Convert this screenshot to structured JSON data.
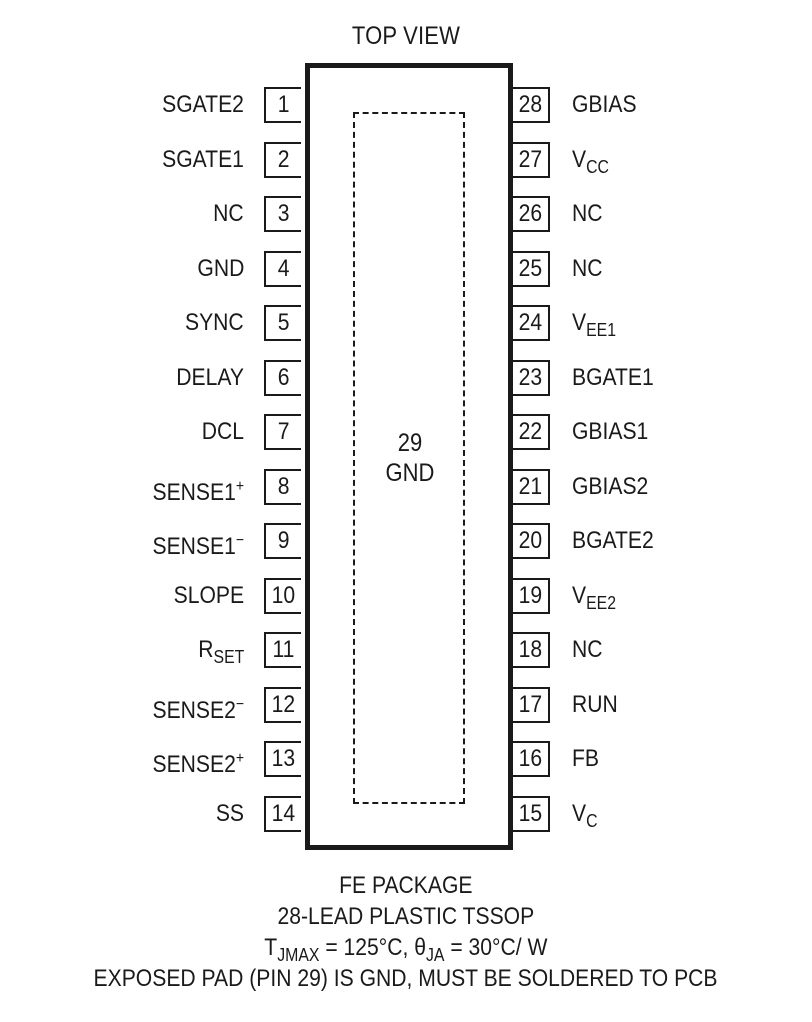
{
  "diagram": {
    "title": "TOP VIEW",
    "exposed_pad": {
      "number": "29",
      "name": "GND"
    },
    "pins_left": [
      {
        "num": "1",
        "name": "SGATE2",
        "sub": "",
        "sup": ""
      },
      {
        "num": "2",
        "name": "SGATE1",
        "sub": "",
        "sup": ""
      },
      {
        "num": "3",
        "name": "NC",
        "sub": "",
        "sup": ""
      },
      {
        "num": "4",
        "name": "GND",
        "sub": "",
        "sup": ""
      },
      {
        "num": "5",
        "name": "SYNC",
        "sub": "",
        "sup": ""
      },
      {
        "num": "6",
        "name": "DELAY",
        "sub": "",
        "sup": ""
      },
      {
        "num": "7",
        "name": "DCL",
        "sub": "",
        "sup": ""
      },
      {
        "num": "8",
        "name": "SENSE1",
        "sub": "",
        "sup": "+"
      },
      {
        "num": "9",
        "name": "SENSE1",
        "sub": "",
        "sup": "−"
      },
      {
        "num": "10",
        "name": "SLOPE",
        "sub": "",
        "sup": ""
      },
      {
        "num": "11",
        "name": "R",
        "sub": "SET",
        "sup": ""
      },
      {
        "num": "12",
        "name": "SENSE2",
        "sub": "",
        "sup": "−"
      },
      {
        "num": "13",
        "name": "SENSE2",
        "sub": "",
        "sup": "+"
      },
      {
        "num": "14",
        "name": "SS",
        "sub": "",
        "sup": ""
      }
    ],
    "pins_right": [
      {
        "num": "28",
        "name": "GBIAS",
        "sub": "",
        "sup": ""
      },
      {
        "num": "27",
        "name": "V",
        "sub": "CC",
        "sup": ""
      },
      {
        "num": "26",
        "name": "NC",
        "sub": "",
        "sup": ""
      },
      {
        "num": "25",
        "name": "NC",
        "sub": "",
        "sup": ""
      },
      {
        "num": "24",
        "name": "V",
        "sub": "EE1",
        "sup": ""
      },
      {
        "num": "23",
        "name": "BGATE1",
        "sub": "",
        "sup": ""
      },
      {
        "num": "22",
        "name": "GBIAS1",
        "sub": "",
        "sup": ""
      },
      {
        "num": "21",
        "name": "GBIAS2",
        "sub": "",
        "sup": ""
      },
      {
        "num": "20",
        "name": "BGATE2",
        "sub": "",
        "sup": ""
      },
      {
        "num": "19",
        "name": "V",
        "sub": "EE2",
        "sup": ""
      },
      {
        "num": "18",
        "name": "NC",
        "sub": "",
        "sup": ""
      },
      {
        "num": "17",
        "name": "RUN",
        "sub": "",
        "sup": ""
      },
      {
        "num": "16",
        "name": "FB",
        "sub": "",
        "sup": ""
      },
      {
        "num": "15",
        "name": "V",
        "sub": "C",
        "sup": ""
      }
    ],
    "footer": {
      "package": "FE PACKAGE",
      "lead_type": "28-LEAD PLASTIC TSSOP",
      "thermal": {
        "t_symbol": "T",
        "t_sub": "JMAX",
        "t_value": " = 125°C, ",
        "theta_symbol": "θ",
        "theta_sub": "JA",
        "theta_value": " = 30°C/ W"
      },
      "note": "EXPOSED PAD (PIN 29) IS GND, MUST BE SOLDERED TO PCB"
    }
  }
}
